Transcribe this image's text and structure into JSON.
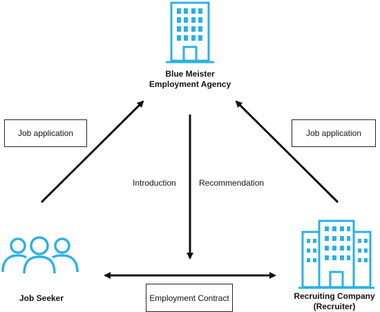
{
  "nodes": {
    "agency": {
      "line1": "Blue Meister",
      "line2": "Employment Agency",
      "icon": "office-building-icon"
    },
    "seeker": {
      "label": "Job Seeker",
      "icon": "people-group-icon"
    },
    "company": {
      "line1": "Recruiting Company",
      "line2": "(Recruiter)",
      "icon": "company-buildings-icon"
    }
  },
  "edges": {
    "left_box": "Job application",
    "right_box": "Job application",
    "introduction": "Introduction",
    "recommendation": "Recommendation",
    "contract_box": "Employment Contract"
  },
  "colors": {
    "icon": "#2bb0e8",
    "arrow": "#111111"
  }
}
